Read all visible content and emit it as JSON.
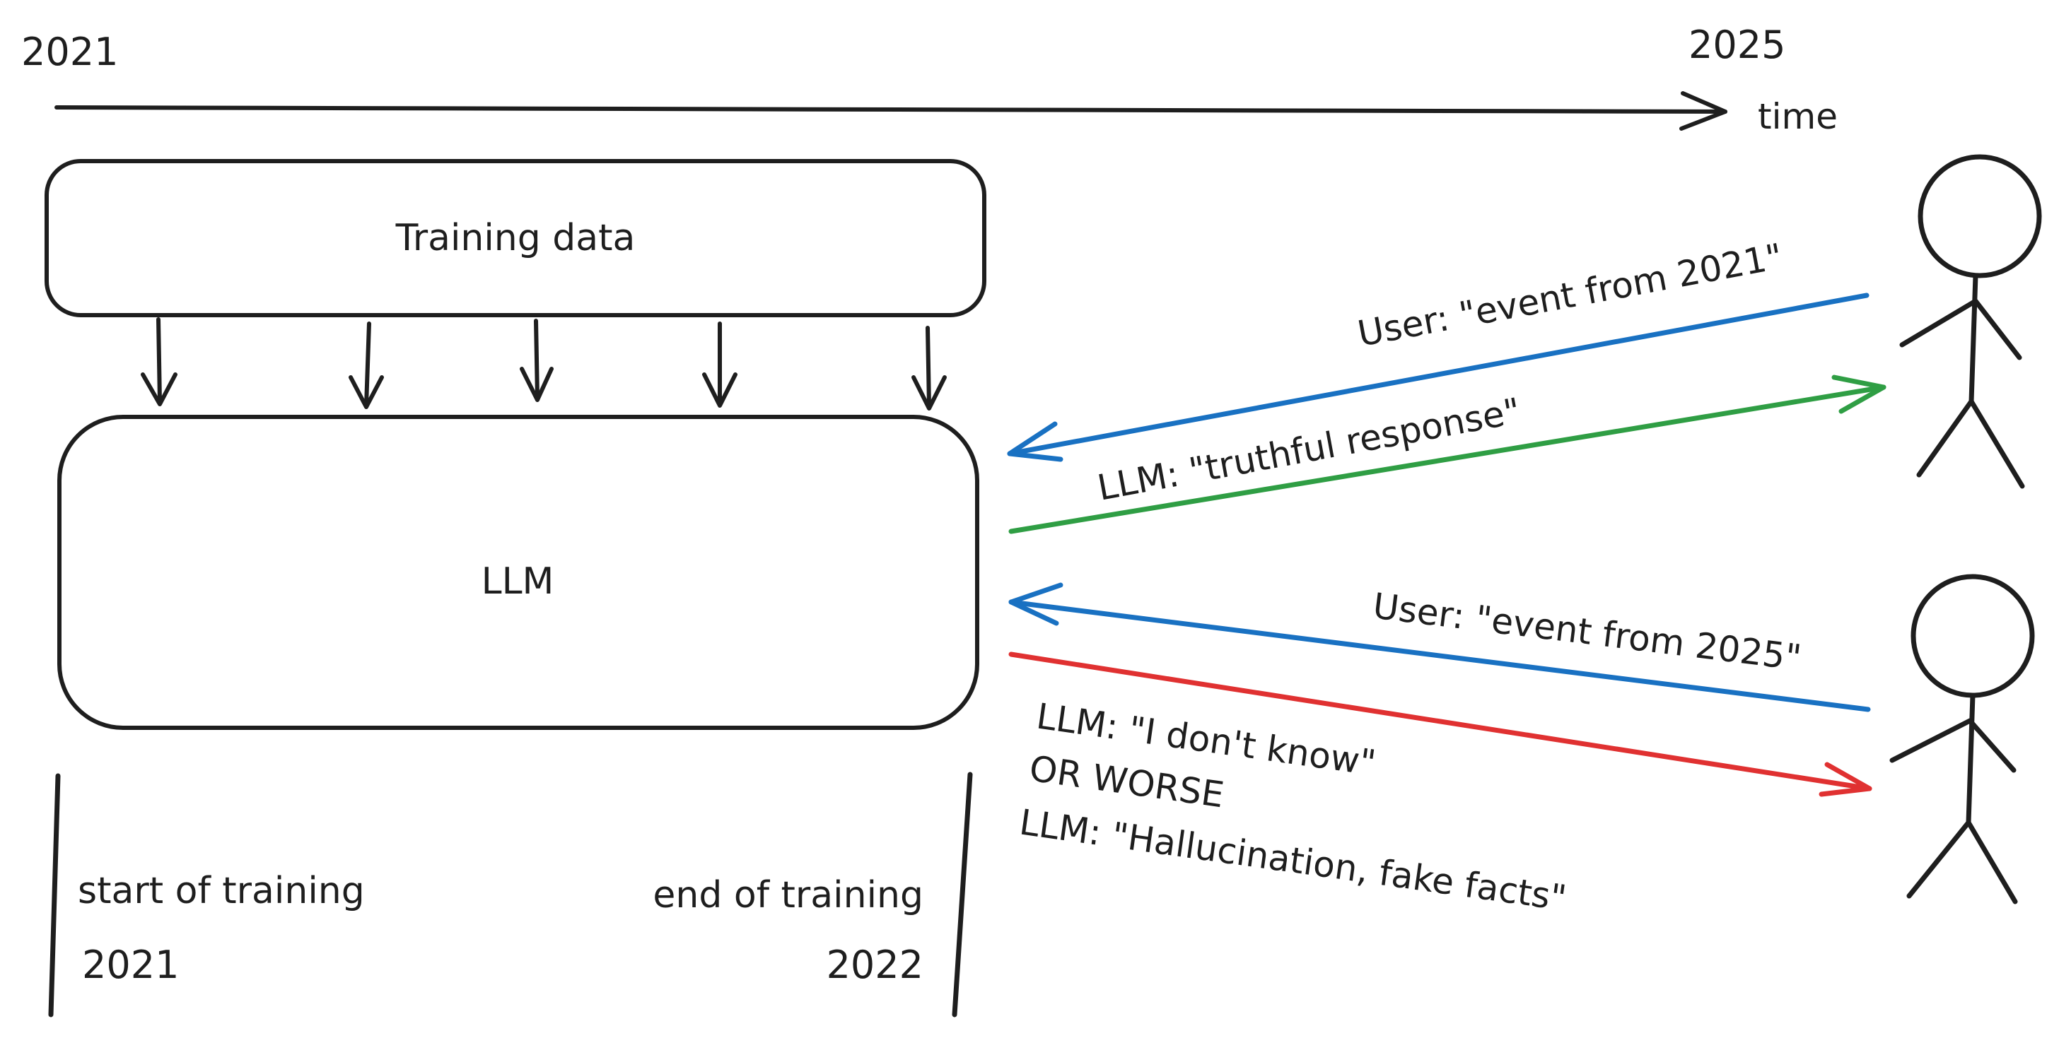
{
  "timeline": {
    "start_year": "2021",
    "end_year": "2025",
    "axis_label": "time"
  },
  "training_data_box": {
    "label": "Training data"
  },
  "llm_box": {
    "label": "LLM"
  },
  "training_period": {
    "start_label": "start of training",
    "start_year": "2021",
    "end_label": "end of training",
    "end_year": "2022"
  },
  "exchanges": {
    "user_2021": "User: \"event from 2021\"",
    "llm_truthful": "LLM: \"truthful response\"",
    "user_2025": "User: \"event from 2025\"",
    "llm_dont_know": "LLM: \"I don't know\"",
    "or_worse": "OR WORSE",
    "llm_hallucination": "LLM: \"Hallucination, fake facts\""
  },
  "colors": {
    "ink": "#1e1e1e",
    "user_query": "#1971c2",
    "truthful_response": "#2f9e44",
    "bad_response": "#e03131"
  }
}
